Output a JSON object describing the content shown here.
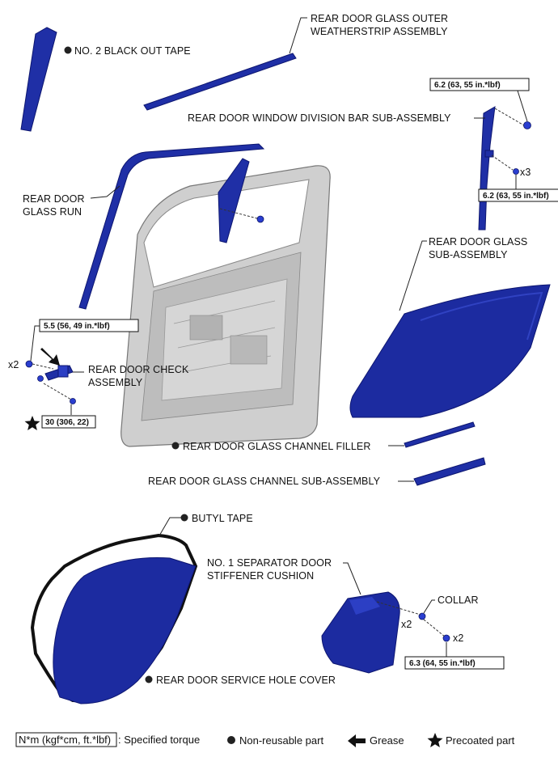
{
  "labels": {
    "black_out_tape": "NO. 2 BLACK OUT TAPE",
    "outer_weatherstrip_l1": "REAR DOOR GLASS OUTER",
    "outer_weatherstrip_l2": "WEATHERSTRIP ASSEMBLY",
    "division_bar": "REAR DOOR WINDOW DIVISION BAR SUB-ASSEMBLY",
    "glass_run_l1": "REAR DOOR",
    "glass_run_l2": "GLASS RUN",
    "glass_sub_l1": "REAR DOOR GLASS",
    "glass_sub_l2": "SUB-ASSEMBLY",
    "check_l1": "REAR DOOR CHECK",
    "check_l2": "ASSEMBLY",
    "channel_filler": "REAR DOOR GLASS CHANNEL FILLER",
    "channel_sub": "REAR DOOR GLASS CHANNEL SUB-ASSEMBLY",
    "butyl_tape": "BUTYL TAPE",
    "separator_l1": "NO. 1 SEPARATOR DOOR",
    "separator_l2": "STIFFENER CUSHION",
    "collar": "COLLAR",
    "service_hole_cover": "REAR DOOR SERVICE HOLE COVER"
  },
  "torque": {
    "division_bar_top": "6.2 (63, 55 in.*lbf)",
    "division_bar_bottom": "6.2 (63, 55 in.*lbf)",
    "check_top": "5.5 (56, 49 in.*lbf)",
    "check_bottom": "30 (306, 22)",
    "cushion": "6.3 (64, 55 in.*lbf)"
  },
  "quantities": {
    "division_bar": "x3",
    "check": "x2",
    "collar": "x2",
    "cushion_bolt": "x2"
  },
  "legend": {
    "torque_box": "N*m (kgf*cm, ft.*lbf)",
    "torque_text": ": Specified torque",
    "non_reusable": "Non-reusable part",
    "grease": "Grease",
    "precoated": "Precoated part"
  },
  "colors": {
    "part_blue": "#1f2fa6",
    "door_gray": "#c9c9c9"
  }
}
